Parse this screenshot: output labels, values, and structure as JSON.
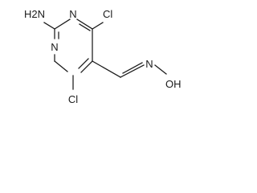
{
  "molecule": {
    "labels": {
      "amino": "H2N",
      "ring_n_top": "N",
      "ring_n_bottom": "N",
      "chloro_top": "Cl",
      "chloro_bottom": "Cl",
      "oxime_n": "N",
      "hydroxyl": "OH"
    },
    "colors": {
      "bond": "#1a1a1a",
      "text": "#1a1a1a",
      "background": "#ffffff"
    }
  }
}
